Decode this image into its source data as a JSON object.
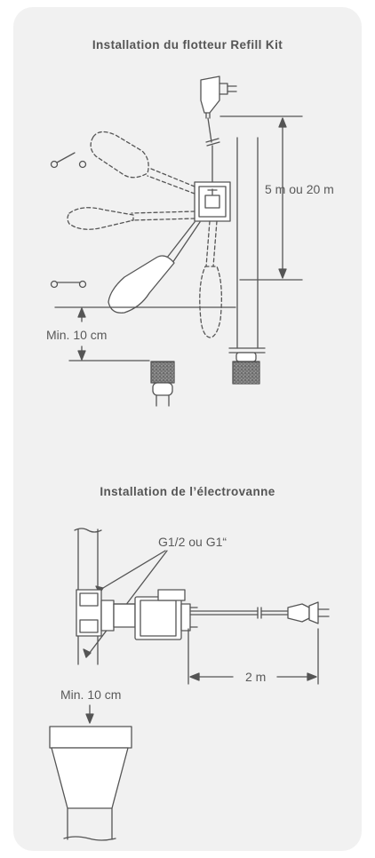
{
  "sections": [
    {
      "title": "Installation du flotteur Refill Kit",
      "labels": {
        "cable_length": "5 m ou 20 m",
        "min_distance": "Min. 10 cm"
      }
    },
    {
      "title": "Installation de l’électrovanne",
      "labels": {
        "thread_size": "G1/2 ou G1“",
        "cable_length": "2 m",
        "min_distance": "Min. 10 cm"
      }
    }
  ],
  "colors": {
    "panel": "#f1f1f1",
    "line": "#555555",
    "text": "#555555"
  },
  "icons": [
    "switch-open-icon",
    "switch-closed-icon",
    "power-plug-icon",
    "float-switch-icon",
    "solenoid-valve-icon",
    "filter-strainer-icon",
    "funnel-icon"
  ]
}
